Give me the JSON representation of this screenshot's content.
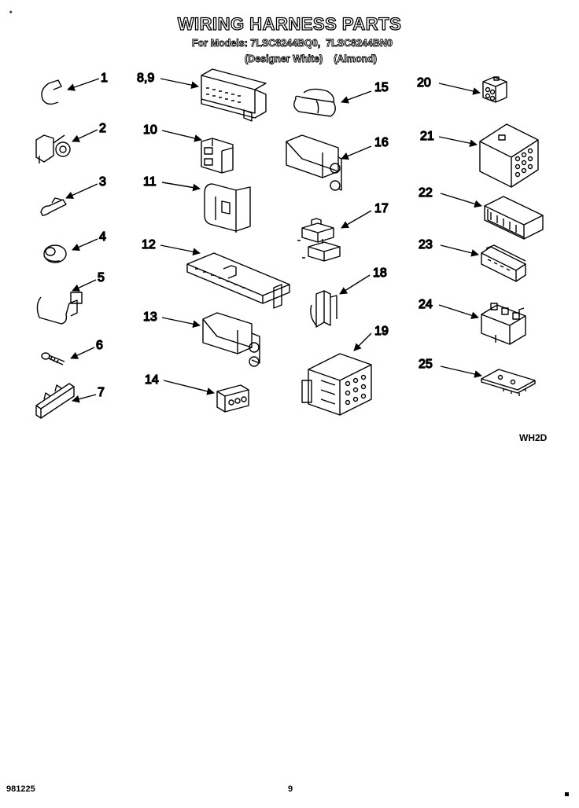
{
  "header": {
    "corner_mark": "*",
    "title": "WIRING HARNESS PARTS",
    "models_line": "For Models: 7LSC8244BQ0,  7LSC8244BN0",
    "colors_line": "(Designer White)    (Almond)"
  },
  "callouts": [
    "1",
    "2",
    "3",
    "4",
    "5",
    "6",
    "7",
    "8,9",
    "10",
    "11",
    "12",
    "13",
    "14",
    "15",
    "16",
    "17",
    "18",
    "19",
    "20",
    "21",
    "22",
    "23",
    "24",
    "25"
  ],
  "diagram_code": "WH2D",
  "footer": {
    "date_code": "981225",
    "page_number": "9"
  },
  "colors": {
    "ink": "#000000",
    "paper": "#ffffff"
  }
}
